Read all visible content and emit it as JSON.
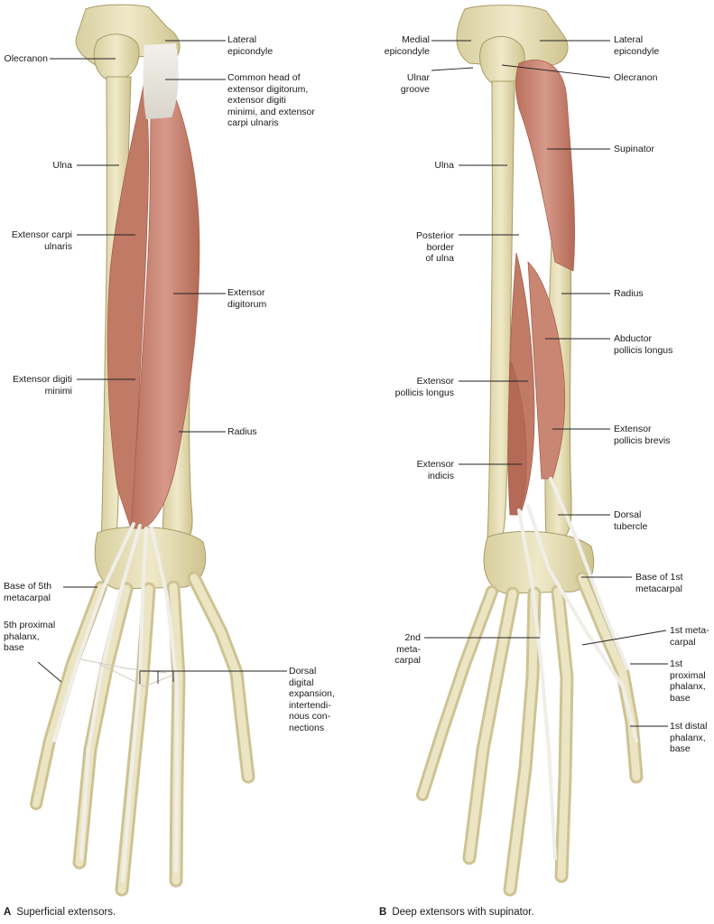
{
  "panels": {
    "a": {
      "letter": "A",
      "caption": "Superficial extensors.",
      "labels": [
        {
          "id": "a-lateral-epicondyle",
          "text": "Lateral\nepicondyle"
        },
        {
          "id": "a-olecranon",
          "text": "Olecranon"
        },
        {
          "id": "a-common-head",
          "text": "Common head of\nextensor digitorum,\nextensor digiti\nminimi, and extensor\ncarpi ulnaris"
        },
        {
          "id": "a-ulna",
          "text": "Ulna"
        },
        {
          "id": "a-extensor-carpi-ulnaris",
          "text": "Extensor carpi\nulnaris"
        },
        {
          "id": "a-extensor-digitorum",
          "text": "Extensor\ndigitorum"
        },
        {
          "id": "a-extensor-digiti-minimi",
          "text": "Extensor digiti\nminimi"
        },
        {
          "id": "a-radius",
          "text": "Radius"
        },
        {
          "id": "a-base-5th-metacarpal",
          "text": "Base of 5th\nmetacarpal"
        },
        {
          "id": "a-5th-proximal-phalanx",
          "text": "5th proximal\nphalanx,\nbase"
        },
        {
          "id": "a-dorsal-digital-expansion",
          "text": "Dorsal\ndigital\nexpansion,\nintertendi-\nnous con-\nnections"
        }
      ]
    },
    "b": {
      "letter": "B",
      "caption": "Deep extensors with supinator.",
      "labels": [
        {
          "id": "b-medial-epicondyle",
          "text": "Medial\nepicondyle"
        },
        {
          "id": "b-lateral-epicondyle",
          "text": "Lateral\nepicondyle"
        },
        {
          "id": "b-ulnar-groove",
          "text": "Ulnar\ngroove"
        },
        {
          "id": "b-olecranon",
          "text": "Olecranon"
        },
        {
          "id": "b-supinator",
          "text": "Supinator"
        },
        {
          "id": "b-ulna",
          "text": "Ulna"
        },
        {
          "id": "b-posterior-border",
          "text": "Posterior\nborder\nof ulna"
        },
        {
          "id": "b-radius",
          "text": "Radius"
        },
        {
          "id": "b-abductor-pollicis-longus",
          "text": "Abductor\npollicis longus"
        },
        {
          "id": "b-extensor-pollicis-longus",
          "text": "Extensor\npollicis longus"
        },
        {
          "id": "b-extensor-pollicis-brevis",
          "text": "Extensor\npollicis brevis"
        },
        {
          "id": "b-extensor-indicis",
          "text": "Extensor\nindicis"
        },
        {
          "id": "b-dorsal-tubercle",
          "text": "Dorsal\ntubercle"
        },
        {
          "id": "b-base-1st-metacarpal",
          "text": "Base of 1st\nmetacarpal"
        },
        {
          "id": "b-2nd-metacarpal",
          "text": "2nd\nmeta-\ncarpal"
        },
        {
          "id": "b-1st-metacarpal",
          "text": "1st meta-\ncarpal"
        },
        {
          "id": "b-1st-proximal-phalanx",
          "text": "1st\nproximal\nphalanx,\nbase"
        },
        {
          "id": "b-1st-distal-phalanx",
          "text": "1st distal\nphalanx,\nbase"
        }
      ]
    }
  },
  "colors": {
    "bone": "#e3dcb4",
    "bone_shade": "#c9bf8c",
    "bone_outline": "#a89c66",
    "muscle": "#c98672",
    "muscle_dark": "#a9604c",
    "tendon": "#eeece6",
    "leader": "#222222"
  }
}
